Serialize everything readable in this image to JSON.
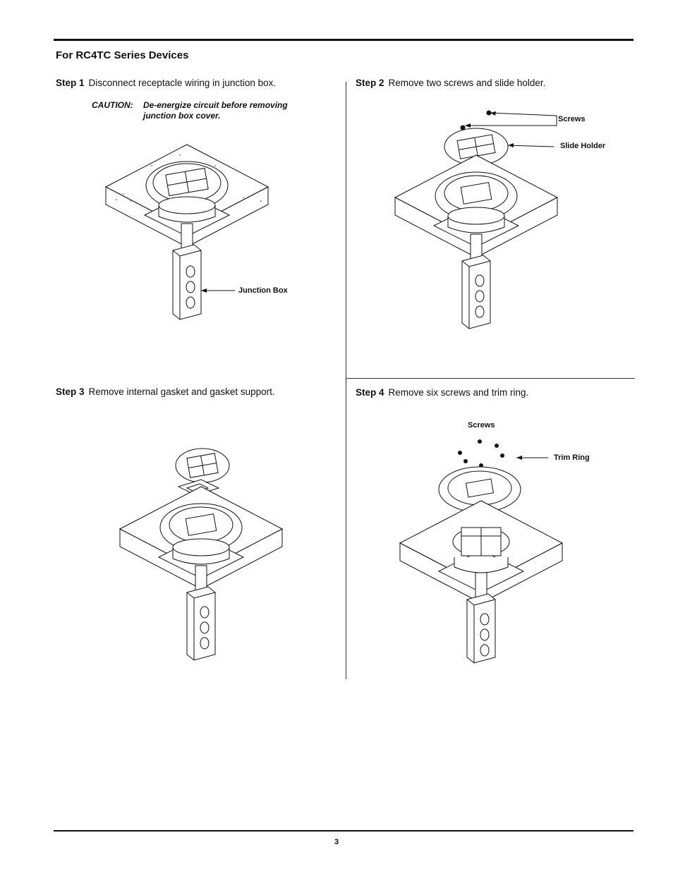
{
  "section_title": "For RC4TC Series Devices",
  "steps": [
    {
      "label": "Step 1",
      "text": "Disconnect receptacle wiring in junction box."
    },
    {
      "label": "Step 2",
      "text": "Remove two screws and slide holder."
    },
    {
      "label": "Step 3",
      "text": "Remove internal gasket and gasket support."
    },
    {
      "label": "Step 4",
      "text": "Remove six screws and trim ring."
    }
  ],
  "caution": {
    "label": "CAUTION:",
    "text": "De-energize circuit before removing junction box cover."
  },
  "callouts": {
    "junction_box": "Junction Box",
    "screws_step2": "Screws",
    "slide_holder": "Slide Holder",
    "screws_step4": "Screws",
    "trim_ring": "Trim Ring"
  },
  "page_number": "3"
}
